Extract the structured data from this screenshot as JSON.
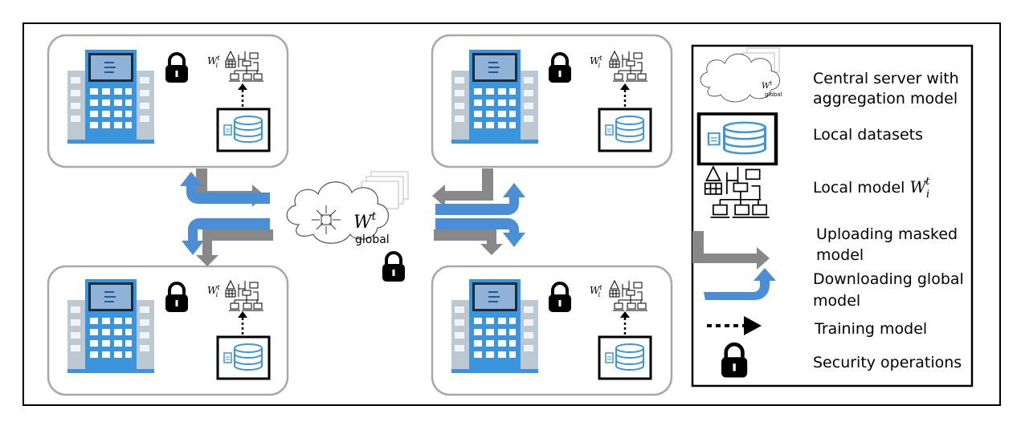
{
  "figure": {
    "cloud_model_symbol": "W",
    "cloud_model_superscript": "t",
    "cloud_model_subscript": "global",
    "client_model_symbol": "W",
    "client_model_subscript": "i",
    "client_model_superscript": "t"
  },
  "legend": {
    "items": [
      {
        "line1": "Central server with",
        "line2": "aggregation model",
        "icon": "cloud-server-icon"
      },
      {
        "line1": "Local datasets",
        "icon": "database-icon"
      },
      {
        "line1": "Local model",
        "math_symbol": "W",
        "math_sub": "i",
        "math_sup": "t",
        "icon": "network-diagram-icon"
      },
      {
        "line1": "Uploading masked",
        "line2": "model",
        "icon": "gray-arrow-icon"
      },
      {
        "line1": "Downloading global",
        "line2": "model",
        "icon": "blue-arrow-icon"
      },
      {
        "line1": "Training model",
        "icon": "dotted-arrow-icon"
      },
      {
        "line1": "Security operations",
        "icon": "lock-icon"
      }
    ]
  },
  "colors": {
    "upload_arrow": "#8a8a8a",
    "download_arrow": "#4a8fd6",
    "building_blue": "#3b95dd",
    "building_gray": "#b9c6d0",
    "client_box_border": "#a9a9a9"
  }
}
